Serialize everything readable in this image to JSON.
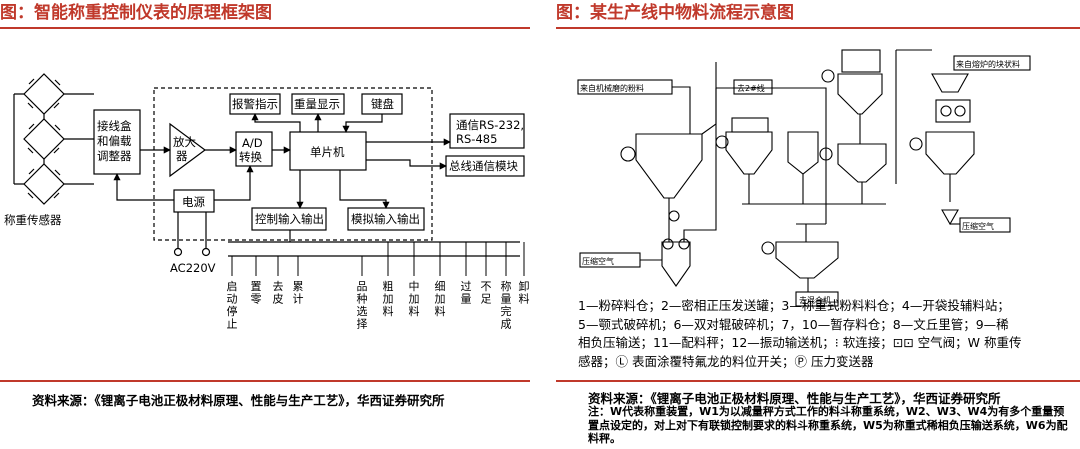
{
  "left_panel": {
    "title": "图：智能称重控制仪表的原理框架图",
    "source": "资料来源：《锂离子电池正极材料原理、性能与生产工艺》，华西证券研究所",
    "sensor_label": "称重传感器",
    "junction_box": [
      "接线盒",
      "和偏载",
      "调整器"
    ],
    "amplifier": [
      "放大",
      "器"
    ],
    "adc": [
      "A/D",
      "转换"
    ],
    "mcu": "单片机",
    "alarm": "报警指示",
    "weight_display": "重量显示",
    "keyboard": "键盘",
    "comm": [
      "通信RS-232,",
      "RS-485"
    ],
    "bus_module": "总线通信模块",
    "power": "电源",
    "ac": "AC220V",
    "control_io": "控制输入输出",
    "analog_io": "模拟输入输出",
    "outputs": [
      "启动停止",
      "置零",
      "去皮",
      "累计",
      "品种选择",
      "粗加料",
      "中加料",
      "细加料",
      "过量",
      "不足",
      "称量完成",
      "卸料"
    ]
  },
  "right_panel": {
    "title": "图：某生产线中物料流程示意图",
    "flow_labels": {
      "from_mill": "来自机械磨的粉料",
      "to_line2": "去2#线",
      "from_furnace": "来自熔炉的块状料",
      "compressed_air_left": "压缩空气",
      "compressed_air_right": "压缩空气",
      "to_mixer": "去混合机"
    },
    "legend_lines": [
      "1—粉碎料仓；2—密相正压发送罐；3—称重式粉料料仓；4—开袋投辅料站；",
      "5—颚式破碎机；6—双对辊破碎机；7，10—暂存料仓；8—文丘里管；9—稀",
      "相负压输送；11—配料秤；12—振动输送机；⁝ 软连接；⊡⊡ 空气阀；W 称重传",
      "感器；Ⓛ 表面涂覆特氟龙的料位开关；Ⓟ 压力变送器"
    ],
    "source": "资料来源：《锂离子电池正极材料原理、性能与生产工艺》，华西证券研究所",
    "note": "注：W代表称重装置，W1为以减量秤方式工作的料斗称重系统，W2、W3、W4为有多个重量预置点设定的，对上对下有联锁控制要求的料斗称重系统，W5为称重式稀相负压输送系统，W6为配料秤。"
  },
  "colors": {
    "accent": "#c0392b"
  }
}
